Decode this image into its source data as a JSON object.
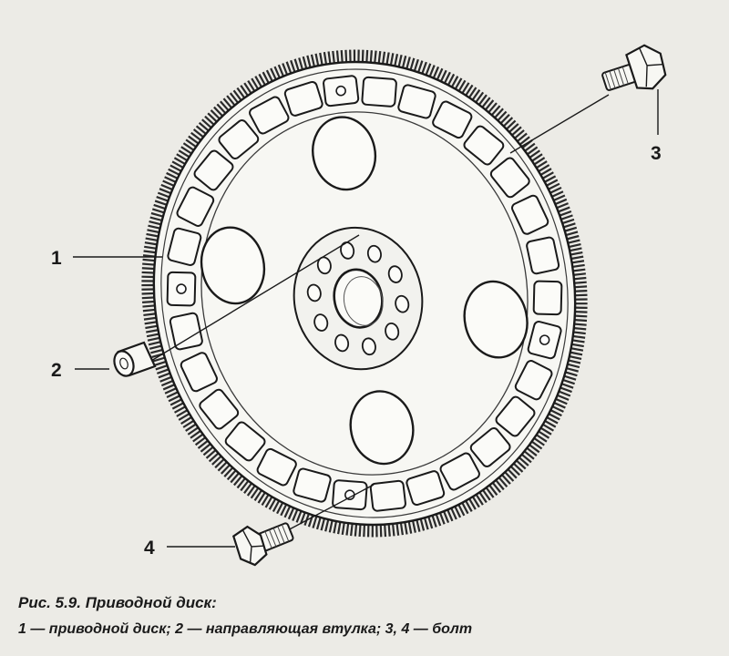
{
  "diagram": {
    "callouts": [
      "1",
      "2",
      "3",
      "4"
    ]
  },
  "caption": {
    "title": "Рис. 5.9. Приводной диск:",
    "legend": "1 — приводной диск; 2 — направляющая втулка; 3, 4 — болт"
  },
  "colors": {
    "ink": "#1a1a1a",
    "paper": "#ecebe6",
    "metal": "#f7f7f3"
  }
}
